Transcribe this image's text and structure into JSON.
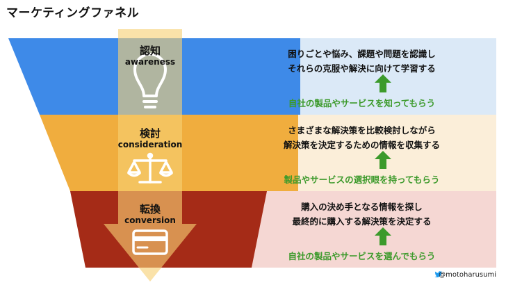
{
  "title": "マーケティングファネル",
  "colors": {
    "stage1": "#3e8ae8",
    "stage2": "#f0ad3e",
    "stage3": "#a52b17",
    "panel1": "#dbe9f7",
    "panel2": "#fbeed9",
    "panel3": "#f5d7d3",
    "arrow": "#f7d174",
    "goal_text": "#3c9a2b"
  },
  "stages": [
    {
      "label_jp": "認知",
      "label_en": "awareness",
      "icon": "lightbulb-icon",
      "description": [
        "困りごとや悩み、課題や問題を認識し",
        "それらの克服や解決に向けて学習する"
      ],
      "goal": "自社の製品やサービスを知ってもらう"
    },
    {
      "label_jp": "検討",
      "label_en": "consideration",
      "icon": "scales-icon",
      "description": [
        "さまざまな解決策を比較検討しながら",
        "解決策を決定するための情報を収集する"
      ],
      "goal": "製品やサービスの選択眼を持ってもらう"
    },
    {
      "label_jp": "転換",
      "label_en": "conversion",
      "icon": "credit-card-icon",
      "description": [
        "購入の決め手となる情報を探し",
        "最終的に購入する解決策を決定する"
      ],
      "goal": "自社の製品やサービスを選んでもらう"
    }
  ],
  "credit": "@motoharusumi"
}
